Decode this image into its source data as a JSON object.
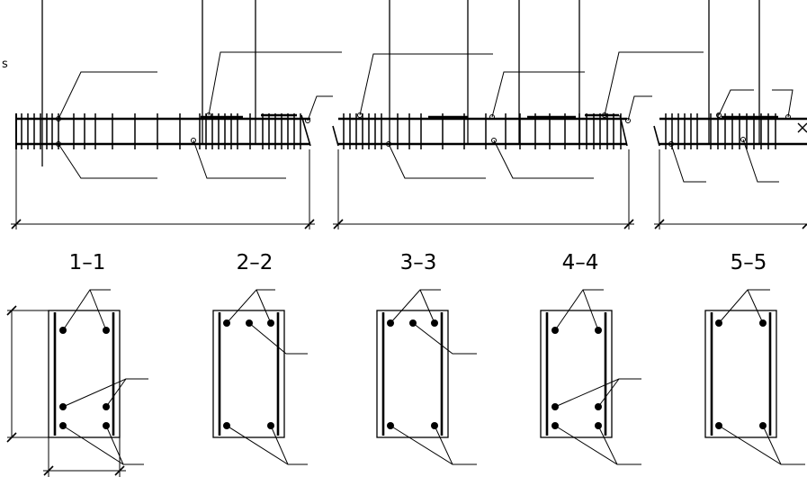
{
  "drawing": {
    "edge_mark": "s",
    "sections": [
      {
        "label": "1–1",
        "bars": "4+2"
      },
      {
        "label": "2–2",
        "bars": "3+2"
      },
      {
        "label": "3–3",
        "bars": "3+2"
      },
      {
        "label": "4–4",
        "bars": "4+2"
      },
      {
        "label": "5–5",
        "bars": "2+2"
      }
    ]
  },
  "colors": {
    "line": "#000000",
    "background": "#ffffff"
  }
}
